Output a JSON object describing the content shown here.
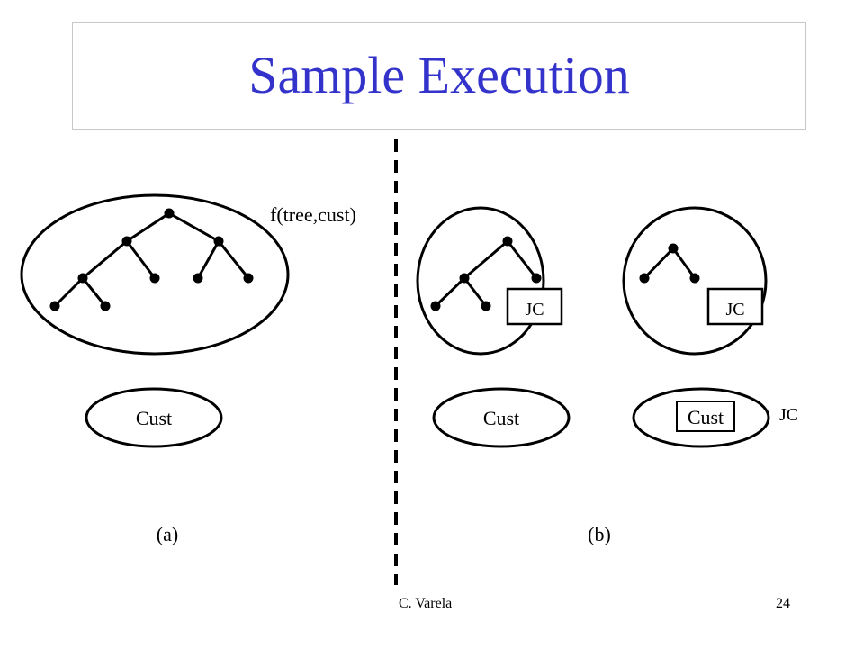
{
  "slide": {
    "title": "Sample Execution",
    "footer_author": "C. Varela",
    "page_number": "24",
    "title_color": "#3333cc"
  },
  "diagram": {
    "call_label": "f(tree,cust)",
    "panel_a_label": "(a)",
    "panel_b_label": "(b)",
    "cust_a": "Cust",
    "cust_b1": "Cust",
    "cust_b2": "Cust",
    "jc_left": "JC",
    "jc_right": "JC",
    "jc_outside": "JC"
  }
}
